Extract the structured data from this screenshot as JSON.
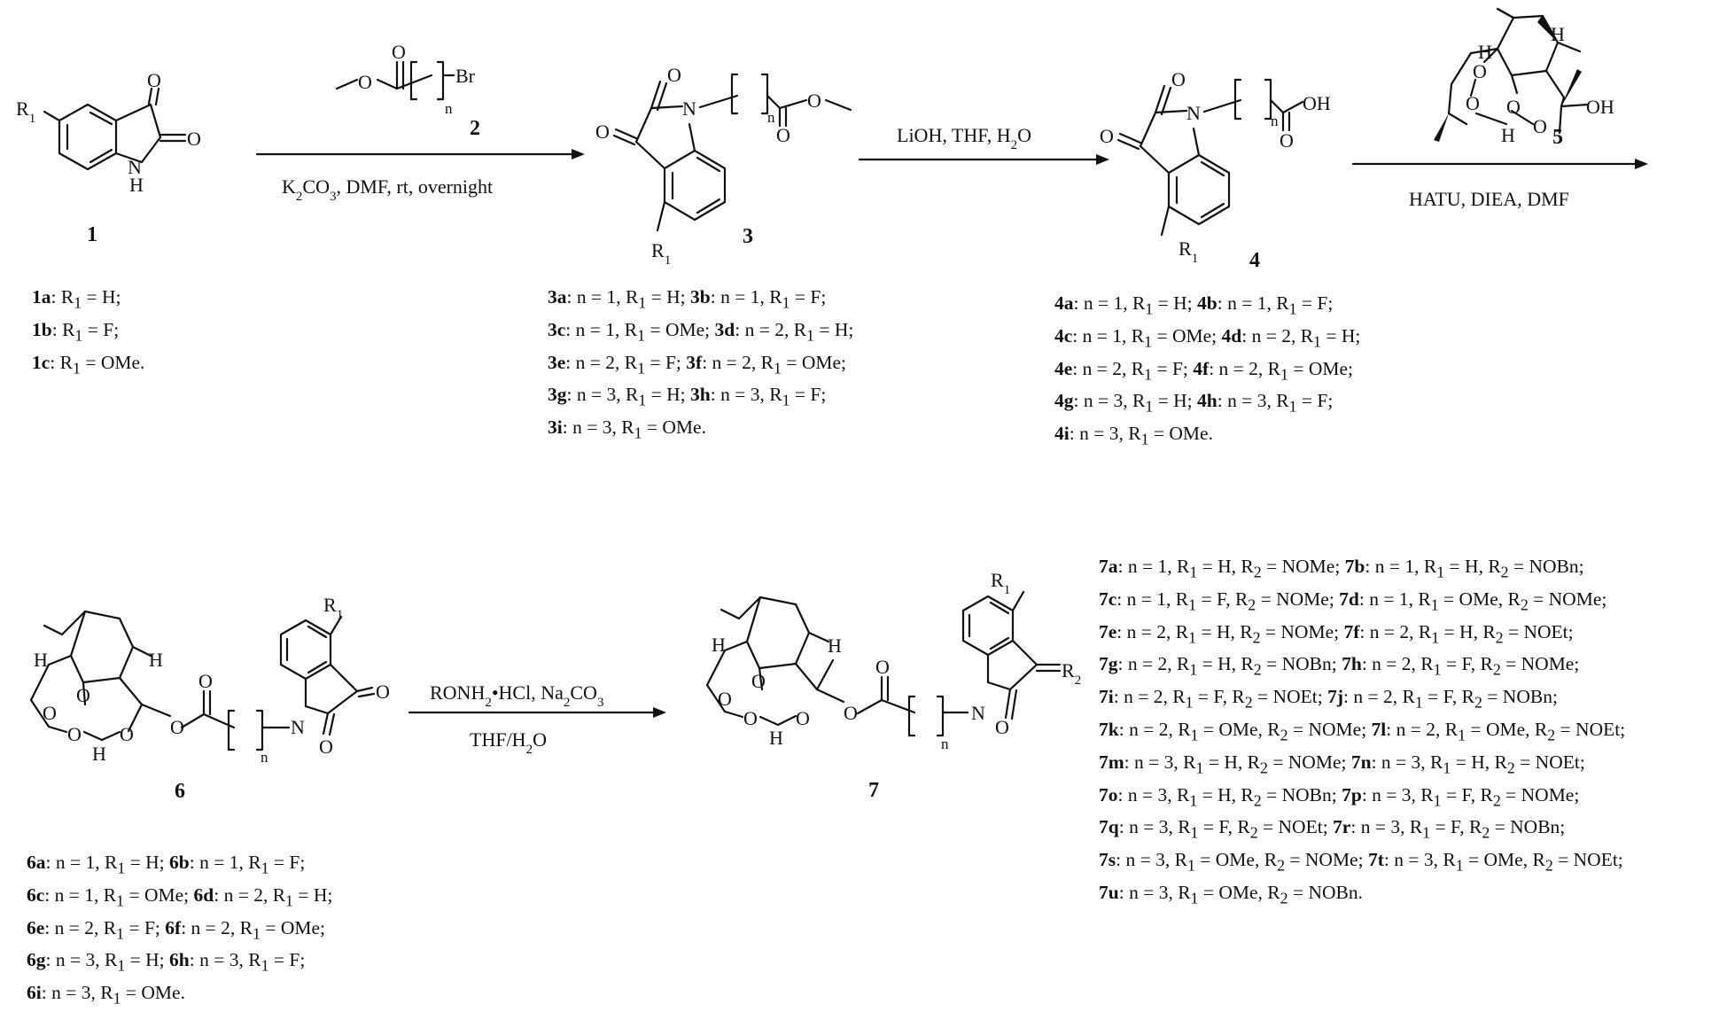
{
  "reagents": {
    "step1": {
      "above_compound": "2",
      "below": [
        "K",
        "2",
        "CO",
        "3",
        ", DMF, rt, overnight"
      ]
    },
    "step2": {
      "above": [
        "LiOH, THF, H",
        "2",
        "O"
      ]
    },
    "step3": {
      "above_compound": "5",
      "below": "HATU, DIEA, DMF"
    },
    "step4": {
      "above": [
        "RONH",
        "2",
        "•HCl, Na",
        "2",
        "CO",
        "3"
      ],
      "below": [
        "THF/H",
        "2",
        "O"
      ]
    }
  },
  "compounds": {
    "c1": "1",
    "c3": "3",
    "c4": "4",
    "c5": "5",
    "c6": "6",
    "c7": "7"
  },
  "atoms": {
    "R1": "R",
    "R1sub": "1",
    "R2": "R",
    "R2sub": "2",
    "O": "O",
    "N": "N",
    "NH_H": "H",
    "H": "H",
    "OH": "OH",
    "Br": "Br",
    "n": "n"
  },
  "lists": {
    "list1": [
      [
        [
          "1a",
          "b"
        ],
        [
          ": R",
          ""
        ],
        [
          "1",
          "s"
        ],
        [
          " = H;",
          ""
        ]
      ],
      [
        [
          "1b",
          "b"
        ],
        [
          ": R",
          ""
        ],
        [
          "1",
          "s"
        ],
        [
          " = F;",
          ""
        ]
      ],
      [
        [
          "1c",
          "b"
        ],
        [
          ": R",
          ""
        ],
        [
          "1",
          "s"
        ],
        [
          " = OMe.",
          ""
        ]
      ]
    ],
    "list3": [
      [
        [
          "3a",
          "b"
        ],
        [
          ": n = 1, R",
          ""
        ],
        [
          "1",
          "s"
        ],
        [
          " = H; ",
          ""
        ],
        [
          "3b",
          "b"
        ],
        [
          ": n = 1, R",
          ""
        ],
        [
          "1",
          "s"
        ],
        [
          " = F;",
          ""
        ]
      ],
      [
        [
          "3c",
          "b"
        ],
        [
          ": n = 1, R",
          ""
        ],
        [
          "1",
          "s"
        ],
        [
          " = OMe; ",
          ""
        ],
        [
          "3d",
          "b"
        ],
        [
          ": n = 2, R",
          ""
        ],
        [
          "1",
          "s"
        ],
        [
          " = H;",
          ""
        ]
      ],
      [
        [
          "3e",
          "b"
        ],
        [
          ": n = 2, R",
          ""
        ],
        [
          "1",
          "s"
        ],
        [
          " = F; ",
          ""
        ],
        [
          "3f",
          "b"
        ],
        [
          ": n = 2, R",
          ""
        ],
        [
          "1",
          "s"
        ],
        [
          " = OMe;",
          ""
        ]
      ],
      [
        [
          "3g",
          "b"
        ],
        [
          ": n = 3, R",
          ""
        ],
        [
          "1",
          "s"
        ],
        [
          " = H; ",
          ""
        ],
        [
          "3h",
          "b"
        ],
        [
          ": n = 3, R",
          ""
        ],
        [
          "1",
          "s"
        ],
        [
          " = F;",
          ""
        ]
      ],
      [
        [
          "3i",
          "b"
        ],
        [
          ": n = 3, R",
          ""
        ],
        [
          "1",
          "s"
        ],
        [
          " = OMe.",
          ""
        ]
      ]
    ],
    "list4": [
      [
        [
          "4a",
          "b"
        ],
        [
          ": n = 1, R",
          ""
        ],
        [
          "1",
          "s"
        ],
        [
          " = H; ",
          ""
        ],
        [
          "4b",
          "b"
        ],
        [
          ": n = 1, R",
          ""
        ],
        [
          "1",
          "s"
        ],
        [
          " = F;",
          ""
        ]
      ],
      [
        [
          "4c",
          "b"
        ],
        [
          ": n = 1, R",
          ""
        ],
        [
          "1",
          "s"
        ],
        [
          " = OMe; ",
          ""
        ],
        [
          "4d",
          "b"
        ],
        [
          ": n = 2, R",
          ""
        ],
        [
          "1",
          "s"
        ],
        [
          " = H;",
          ""
        ]
      ],
      [
        [
          "4e",
          "b"
        ],
        [
          ": n = 2, R",
          ""
        ],
        [
          "1",
          "s"
        ],
        [
          " = F; ",
          ""
        ],
        [
          "4f",
          "b"
        ],
        [
          ": n = 2, R",
          ""
        ],
        [
          "1",
          "s"
        ],
        [
          " = OMe;",
          ""
        ]
      ],
      [
        [
          "4g",
          "b"
        ],
        [
          ": n = 3, R",
          ""
        ],
        [
          "1",
          "s"
        ],
        [
          " = H; ",
          ""
        ],
        [
          "4h",
          "b"
        ],
        [
          ": n = 3, R",
          ""
        ],
        [
          "1",
          "s"
        ],
        [
          " = F;",
          ""
        ]
      ],
      [
        [
          "4i",
          "b"
        ],
        [
          ": n = 3, R",
          ""
        ],
        [
          "1",
          "s"
        ],
        [
          " = OMe.",
          ""
        ]
      ]
    ],
    "list6": [
      [
        [
          "6a",
          "b"
        ],
        [
          ": n = 1, R",
          ""
        ],
        [
          "1",
          "s"
        ],
        [
          " = H; ",
          ""
        ],
        [
          "6b",
          "b"
        ],
        [
          ": n = 1, R",
          ""
        ],
        [
          "1",
          "s"
        ],
        [
          " = F;",
          ""
        ]
      ],
      [
        [
          "6c",
          "b"
        ],
        [
          ": n = 1, R",
          ""
        ],
        [
          "1",
          "s"
        ],
        [
          " = OMe; ",
          ""
        ],
        [
          "6d",
          "b"
        ],
        [
          ": n = 2, R",
          ""
        ],
        [
          "1",
          "s"
        ],
        [
          " = H;",
          ""
        ]
      ],
      [
        [
          "6e",
          "b"
        ],
        [
          ": n = 2, R",
          ""
        ],
        [
          "1",
          "s"
        ],
        [
          " = F; ",
          ""
        ],
        [
          "6f",
          "b"
        ],
        [
          ": n = 2, R",
          ""
        ],
        [
          "1",
          "s"
        ],
        [
          " = OMe;",
          ""
        ]
      ],
      [
        [
          "6g",
          "b"
        ],
        [
          ": n = 3, R",
          ""
        ],
        [
          "1",
          "s"
        ],
        [
          " = H; ",
          ""
        ],
        [
          "6h",
          "b"
        ],
        [
          ": n = 3, R",
          ""
        ],
        [
          "1",
          "s"
        ],
        [
          " = F;",
          ""
        ]
      ],
      [
        [
          "6i",
          "b"
        ],
        [
          ": n = 3, R",
          ""
        ],
        [
          "1",
          "s"
        ],
        [
          " = OMe.",
          ""
        ]
      ]
    ],
    "list7": [
      [
        [
          "7a",
          "b"
        ],
        [
          ": n = 1, R",
          ""
        ],
        [
          "1",
          "s"
        ],
        [
          " = H, R",
          ""
        ],
        [
          "2",
          "s"
        ],
        [
          " = NOMe;  ",
          ""
        ],
        [
          "7b",
          "b"
        ],
        [
          ": n = 1, R",
          ""
        ],
        [
          "1",
          "s"
        ],
        [
          " = H, R",
          ""
        ],
        [
          "2",
          "s"
        ],
        [
          " = NOBn;",
          ""
        ]
      ],
      [
        [
          "7c",
          "b"
        ],
        [
          ": n = 1, R",
          ""
        ],
        [
          "1",
          "s"
        ],
        [
          " = F, R",
          ""
        ],
        [
          "2",
          "s"
        ],
        [
          " = NOMe; ",
          ""
        ],
        [
          "7d",
          "b"
        ],
        [
          ": n = 1, R",
          ""
        ],
        [
          "1",
          "s"
        ],
        [
          " = OMe, R",
          ""
        ],
        [
          "2",
          "s"
        ],
        [
          " = NOMe;",
          ""
        ]
      ],
      [
        [
          "7e",
          "b"
        ],
        [
          ": n = 2, R",
          ""
        ],
        [
          "1",
          "s"
        ],
        [
          " = H, R",
          ""
        ],
        [
          "2",
          "s"
        ],
        [
          " = NOMe; ",
          ""
        ],
        [
          "7f",
          "b"
        ],
        [
          ": n = 2, R",
          ""
        ],
        [
          "1",
          "s"
        ],
        [
          " = H, R",
          ""
        ],
        [
          "2",
          "s"
        ],
        [
          " = NOEt;",
          ""
        ]
      ],
      [
        [
          "7g",
          "b"
        ],
        [
          ": n = 2, R",
          ""
        ],
        [
          "1",
          "s"
        ],
        [
          " = H, R",
          ""
        ],
        [
          "2",
          "s"
        ],
        [
          " = NOBn; ",
          ""
        ],
        [
          "7h",
          "b"
        ],
        [
          ": n = 2, R",
          ""
        ],
        [
          "1",
          "s"
        ],
        [
          " = F, R",
          ""
        ],
        [
          "2",
          "s"
        ],
        [
          " = NOMe;",
          ""
        ]
      ],
      [
        [
          "7i",
          "b"
        ],
        [
          ": n = 2, R",
          ""
        ],
        [
          "1",
          "s"
        ],
        [
          " = F, R",
          ""
        ],
        [
          "2",
          "s"
        ],
        [
          " = NOEt; ",
          ""
        ],
        [
          "7j",
          "b"
        ],
        [
          ": n = 2, R",
          ""
        ],
        [
          "1",
          "s"
        ],
        [
          " = F, R",
          ""
        ],
        [
          "2",
          "s"
        ],
        [
          " = NOBn;",
          ""
        ]
      ],
      [
        [
          "7k",
          "b"
        ],
        [
          ": n = 2, R",
          ""
        ],
        [
          "1",
          "s"
        ],
        [
          " = OMe, R",
          ""
        ],
        [
          "2",
          "s"
        ],
        [
          " = NOMe; ",
          ""
        ],
        [
          "7l",
          "b"
        ],
        [
          ": n = 2, R",
          ""
        ],
        [
          "1",
          "s"
        ],
        [
          " = OMe, R",
          ""
        ],
        [
          "2",
          "s"
        ],
        [
          " = NOEt;",
          ""
        ]
      ],
      [
        [
          "7m",
          "b"
        ],
        [
          ": n = 3, R",
          ""
        ],
        [
          "1",
          "s"
        ],
        [
          " = H, R",
          ""
        ],
        [
          "2",
          "s"
        ],
        [
          " = NOMe; ",
          ""
        ],
        [
          "7n",
          "b"
        ],
        [
          ": n = 3, R",
          ""
        ],
        [
          "1",
          "s"
        ],
        [
          " = H, R",
          ""
        ],
        [
          "2",
          "s"
        ],
        [
          " = NOEt;",
          ""
        ]
      ],
      [
        [
          "7o",
          "b"
        ],
        [
          ": n = 3, R",
          ""
        ],
        [
          "1",
          "s"
        ],
        [
          " = H, R",
          ""
        ],
        [
          "2",
          "s"
        ],
        [
          " = NOBn; ",
          ""
        ],
        [
          "7p",
          "b"
        ],
        [
          ": n = 3, R",
          ""
        ],
        [
          "1",
          "s"
        ],
        [
          " = F, R",
          ""
        ],
        [
          "2",
          "s"
        ],
        [
          " = NOMe;",
          ""
        ]
      ],
      [
        [
          "7q",
          "b"
        ],
        [
          ": n = 3, R",
          ""
        ],
        [
          "1",
          "s"
        ],
        [
          " = F, R",
          ""
        ],
        [
          "2",
          "s"
        ],
        [
          " = NOEt; ",
          ""
        ],
        [
          "7r",
          "b"
        ],
        [
          ": n = 3, R",
          ""
        ],
        [
          "1",
          "s"
        ],
        [
          " = F, R",
          ""
        ],
        [
          "2",
          "s"
        ],
        [
          " = NOBn;",
          ""
        ]
      ],
      [
        [
          "7s",
          "b"
        ],
        [
          ": n = 3, R",
          ""
        ],
        [
          "1",
          "s"
        ],
        [
          " = OMe, R",
          ""
        ],
        [
          "2",
          "s"
        ],
        [
          " = NOMe; ",
          ""
        ],
        [
          "7t",
          "b"
        ],
        [
          ": n = 3, R",
          ""
        ],
        [
          "1",
          "s"
        ],
        [
          " = OMe, R",
          ""
        ],
        [
          "2",
          "s"
        ],
        [
          " = NOEt;",
          ""
        ]
      ],
      [
        [
          "7u",
          "b"
        ],
        [
          ": n = 3, R",
          ""
        ],
        [
          "1",
          "s"
        ],
        [
          " = OMe, R",
          ""
        ],
        [
          "2",
          "s"
        ],
        [
          " = NOBn.",
          ""
        ]
      ]
    ]
  }
}
